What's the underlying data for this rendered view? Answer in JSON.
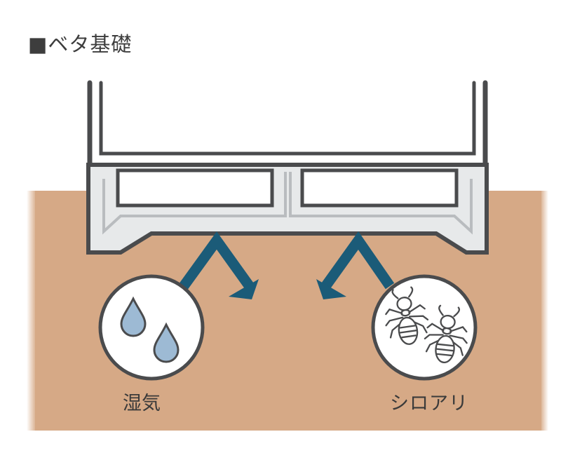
{
  "title": "■ベタ基礎",
  "labels": {
    "moisture": "湿気",
    "termite": "シロアリ"
  },
  "icons": {
    "moisture": "water-droplet-icon",
    "termite": "termite-icon"
  },
  "colors": {
    "soil": "#d6a986",
    "arrow": "#1b5b78",
    "foundation": "#e7e9ea",
    "outline": "#4a4b4d",
    "droplet": "#9dbad4"
  }
}
